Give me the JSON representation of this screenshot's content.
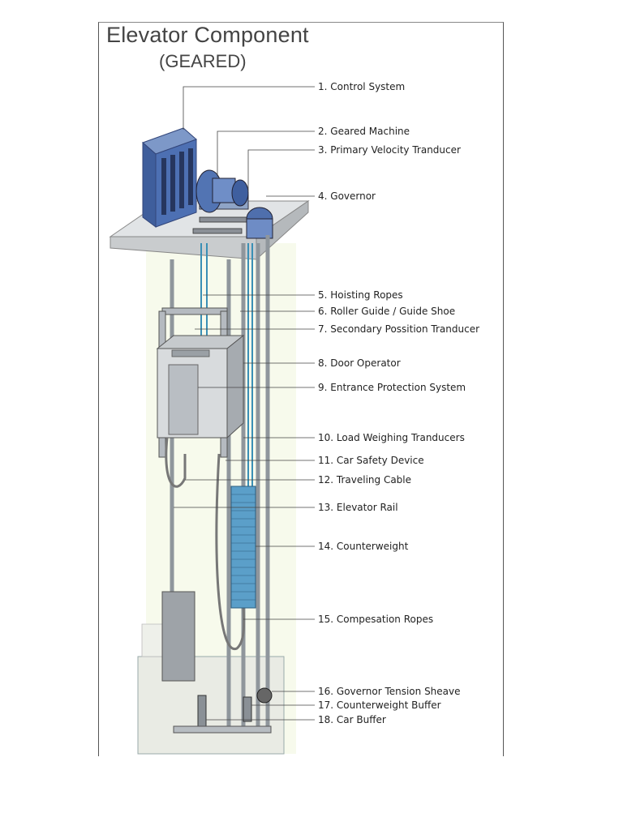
{
  "title": "Elevator Component",
  "subtitle": "(GEARED)",
  "components": [
    "1. Control System",
    "2. Geared Machine",
    "3. Primary Velocity Tranducer",
    "4. Governor",
    "5. Hoisting Ropes",
    "6. Roller Guide / Guide Shoe",
    "7. Secondary Possition Tranducer",
    "8. Door Operator",
    "9. Entrance Protection System",
    "10. Load Weighing Tranducers",
    "11. Car Safety Device",
    "12. Traveling Cable",
    "13. Elevator Rail",
    "14. Counterweight",
    "15. Compesation Ropes",
    "16. Governor Tension Sheave",
    "17. Counterweight Buffer",
    "18. Car Buffer"
  ],
  "colors": {
    "equipment_blue": "#4a6fb0",
    "rail_gray": "#a9b1b8",
    "platform": "#dfe2e4",
    "counterweight": "#5b9fc9",
    "shaft_tint": "#f2f6df"
  }
}
